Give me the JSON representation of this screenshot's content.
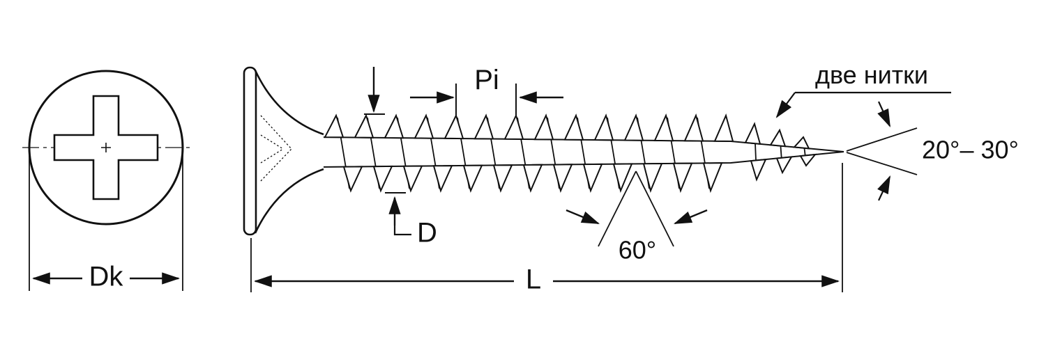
{
  "figure": {
    "colors": {
      "stroke": "#111111",
      "background": "#ffffff"
    },
    "labels": {
      "head_diameter": "Dk",
      "pitch": "Pi",
      "diameter": "D",
      "length": "L",
      "profile_angle": "60°",
      "tip_angle": "20°– 30°",
      "tip_note": "две нитки"
    }
  }
}
